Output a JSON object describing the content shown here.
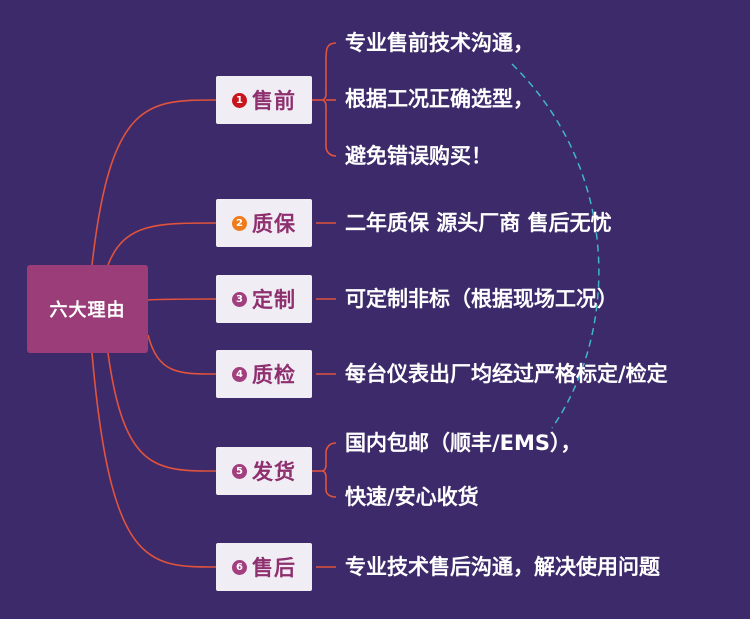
{
  "root": {
    "label": "六大理由"
  },
  "colors": {
    "background": "#3d2a6a",
    "root_fill": "#9b3d78",
    "branch_fill": "#f1edf5",
    "branch_text": "#8e2f6e",
    "connector": "#e0533c",
    "dashed_arc": "#3fb7c9"
  },
  "branches": [
    {
      "number": "1",
      "label": "售前",
      "badge_color": "#c8161d",
      "items": [
        "专业售前技术沟通，",
        "根据工况正确选型，",
        "避免错误购买！"
      ]
    },
    {
      "number": "2",
      "label": "质保",
      "badge_color": "#f07b1c",
      "items": [
        "二年质保 源头厂商 售后无忧"
      ]
    },
    {
      "number": "3",
      "label": "定制",
      "badge_color": "#a23f7e",
      "items": [
        "可定制非标（根据现场工况）"
      ]
    },
    {
      "number": "4",
      "label": "质检",
      "badge_color": "#a23f7e",
      "items": [
        "每台仪表出厂均经过严格标定/检定"
      ]
    },
    {
      "number": "5",
      "label": "发货",
      "badge_color": "#a23f7e",
      "items": [
        "国内包邮（顺丰/EMS），",
        "快速/安心收货"
      ]
    },
    {
      "number": "6",
      "label": "售后",
      "badge_color": "#a23f7e",
      "items": [
        "专业技术售后沟通，解决使用问题"
      ]
    }
  ]
}
